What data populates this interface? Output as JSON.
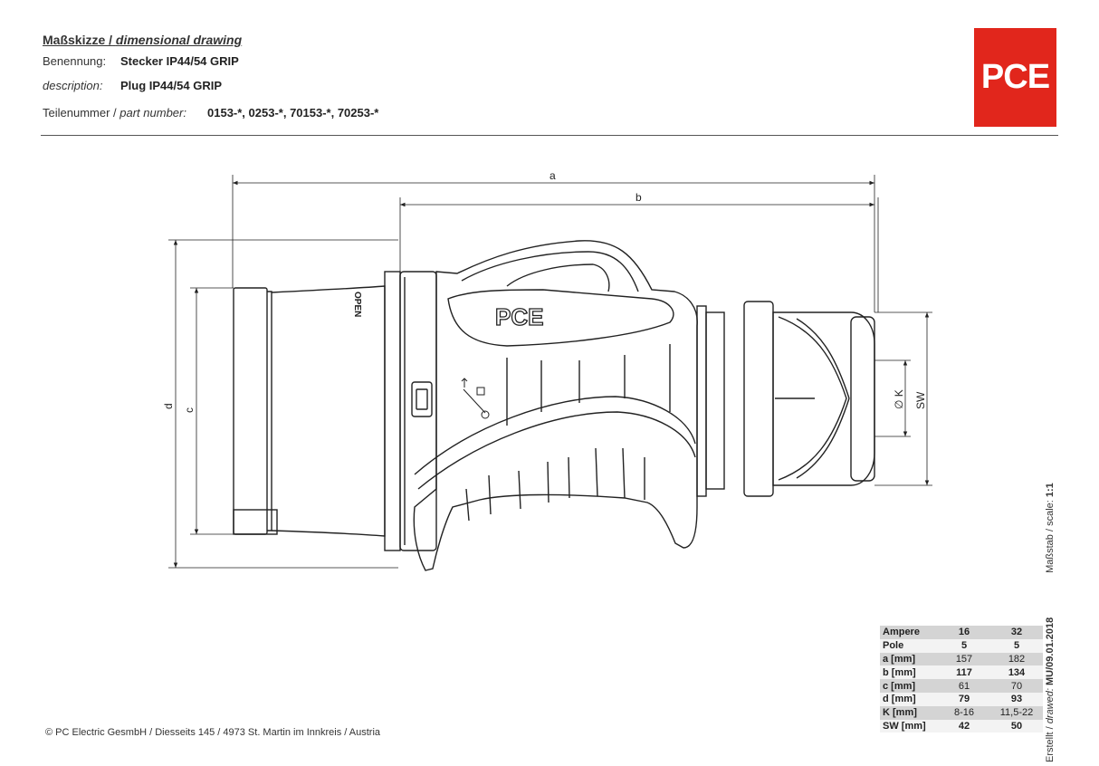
{
  "header": {
    "title_de": "Maßskizze /",
    "title_en": "dimensional drawing",
    "benennung_label": "Benennung:",
    "benennung_value": "Stecker IP44/54 GRIP",
    "description_label": "description:",
    "description_value": "Plug IP44/54 GRIP",
    "part_label_de": "Teilenummer /",
    "part_label_en": "part number:",
    "part_value": "0153-*, 0253-*, 70153-*, 70253-*"
  },
  "logo": {
    "text": "PCE",
    "color": "#e1261c"
  },
  "drawing": {
    "dim_a": "a",
    "dim_b": "b",
    "dim_c": "c",
    "dim_d": "d",
    "dim_k": "∅ K",
    "dim_sw": "SW",
    "body_brand": "PCE",
    "open_label": "OPEN"
  },
  "spec_table": {
    "rows": [
      {
        "label": "Ampere",
        "v16": "16",
        "v32": "32"
      },
      {
        "label": "Pole",
        "v16": "5",
        "v32": "5"
      },
      {
        "label": "a [mm]",
        "v16": "157",
        "v32": "182"
      },
      {
        "label": "b [mm]",
        "v16": "117",
        "v32": "134"
      },
      {
        "label": "c [mm]",
        "v16": "61",
        "v32": "70"
      },
      {
        "label": "d [mm]",
        "v16": "79",
        "v32": "93"
      },
      {
        "label": "K [mm]",
        "v16": "8-16",
        "v32": "11,5-22"
      },
      {
        "label": "SW [mm]",
        "v16": "42",
        "v32": "50"
      }
    ]
  },
  "side_text": {
    "created_label": "Erstellt /",
    "created_label_en": "drawed:",
    "created_value": "MU/09.01.2018",
    "scale_label": "Maßstab / scale:",
    "scale_value": "1:1"
  },
  "footer": {
    "copyright_symbol": "©",
    "text": "PC Electric GesmbH / Diesseits 145 / 4973 St. Martin im Innkreis / Austria"
  }
}
